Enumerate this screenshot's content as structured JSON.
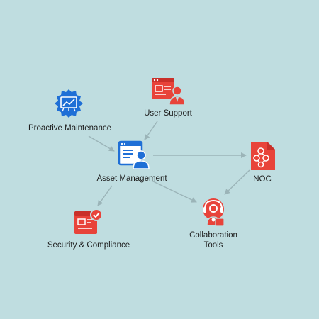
{
  "colors": {
    "background": "#bfdde0",
    "red": "#e8433a",
    "blue": "#1f6fd6",
    "edge": "#9bb4b8"
  },
  "nodes": {
    "proactive_maintenance": {
      "label": "Proactive Maintenance",
      "icon": "chart-badge-icon"
    },
    "user_support": {
      "label": "User Support",
      "icon": "support-agent-icon"
    },
    "asset_management": {
      "label": "Asset Management",
      "icon": "asset-user-screen-icon"
    },
    "noc": {
      "label": "NOC",
      "icon": "network-document-icon"
    },
    "security_compliance": {
      "label": "Security & Compliance",
      "icon": "compliance-check-icon"
    },
    "collaboration_tools": {
      "label_line1": "Collaboration",
      "label_line2": "Tools",
      "icon": "collaboration-headset-icon"
    }
  },
  "edges": [
    {
      "from": "Proactive Maintenance",
      "to": "Asset Management"
    },
    {
      "from": "User Support",
      "to": "Asset Management"
    },
    {
      "from": "Asset Management",
      "to": "NOC"
    },
    {
      "from": "Asset Management",
      "to": "Security & Compliance"
    },
    {
      "from": "Asset Management",
      "to": "Collaboration Tools"
    },
    {
      "from": "NOC",
      "to": "Collaboration Tools"
    }
  ]
}
